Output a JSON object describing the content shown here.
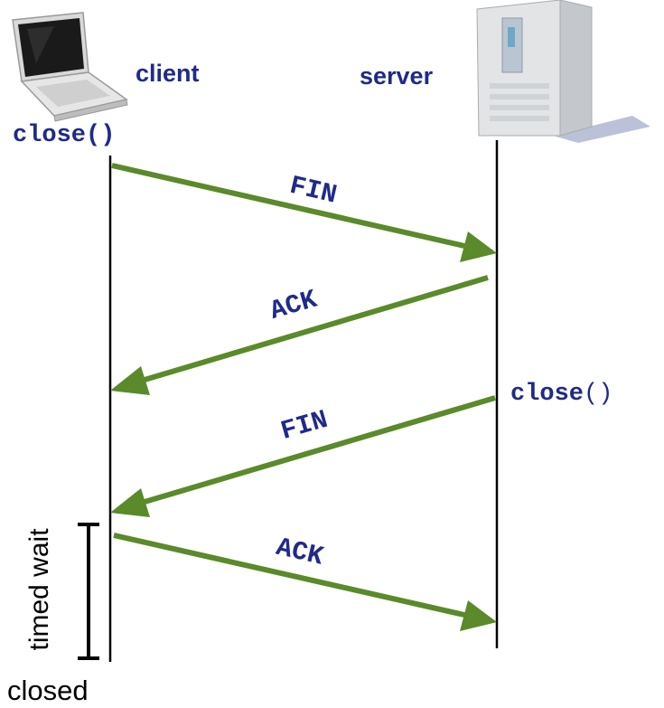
{
  "labels": {
    "client": "client",
    "server": "server",
    "client_close": "close()",
    "server_close_fn": "close",
    "server_close_parens": "()",
    "timed_wait": "timed wait",
    "closed": "closed"
  },
  "messages": [
    {
      "label": "FIN",
      "from": "client",
      "to": "server"
    },
    {
      "label": "ACK",
      "from": "server",
      "to": "client"
    },
    {
      "label": "FIN",
      "from": "server",
      "to": "client"
    },
    {
      "label": "ACK",
      "from": "client",
      "to": "server"
    }
  ],
  "colors": {
    "arrow": "#5a8a2a",
    "label_blue": "#1f2a8a",
    "line": "#000000"
  },
  "icons": {
    "client": "laptop-icon",
    "server": "server-tower-icon"
  }
}
